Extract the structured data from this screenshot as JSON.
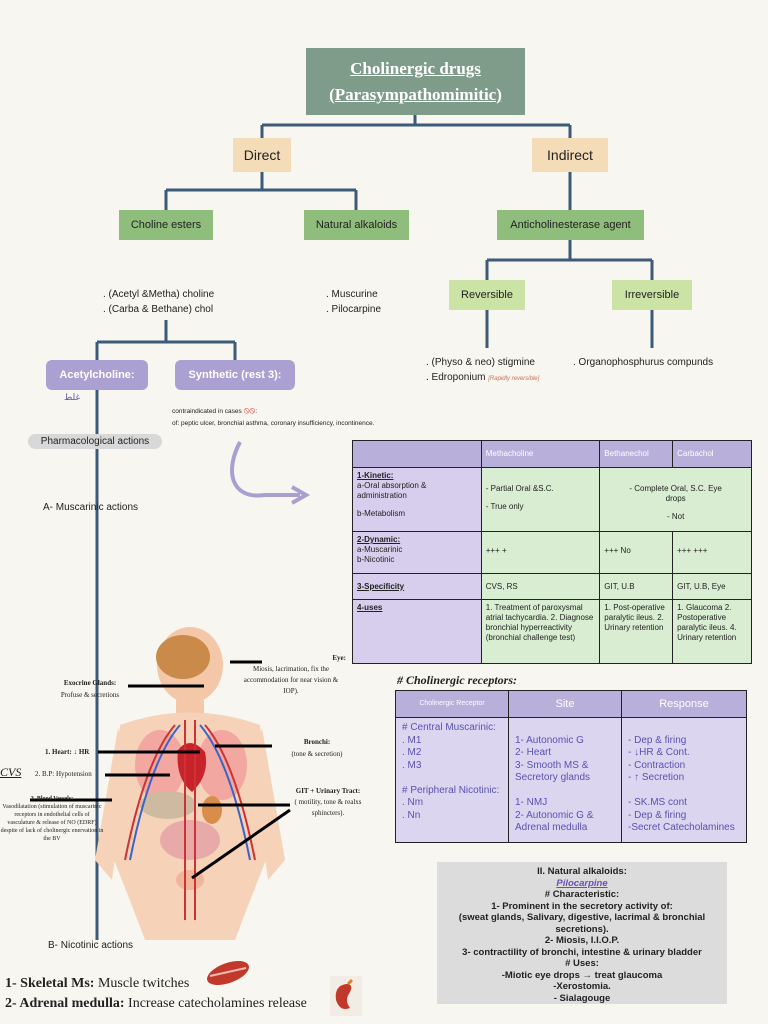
{
  "title": {
    "line1": "Cholinergic drugs",
    "line2": "(Parasympathomimitic)"
  },
  "branches": {
    "direct": "Direct",
    "indirect": "Indirect"
  },
  "direct_types": {
    "choline_esters": "Choline esters",
    "natural_alkaloids": "Natural alkaloids"
  },
  "indirect_types": {
    "anticholinesterase": "Anticholinesterase agent",
    "reversible": "Reversible",
    "irreversible": "Irreversible"
  },
  "choline_esters_list": [
    ". (Acetyl &Metha) choline",
    ". (Carba & Bethane) chol"
  ],
  "alkaloids_list": [
    ". Muscurine",
    ". Pilocarpine"
  ],
  "reversible_list": {
    "item1": ". (Physo & neo) stigmine",
    "item2": ". Edroponium",
    "note": "[Rapidly reversible]"
  },
  "irreversible_list": ". Organophosphurus compunds",
  "ester_subtypes": {
    "ach": "Acetylcholine:",
    "synthetic": "Synthetic (rest 3):"
  },
  "contraindicated": {
    "line1": "contraindicated in cases",
    "line2": "of: peptic ulcer, bronchial asthma, coronary insufficiency, incontinence."
  },
  "pharm_actions": "Pharmacological actions",
  "muscarinic_actions": "A- Muscarinic actions",
  "nicotinic_actions": "B- Nicotinic actions",
  "drug_table": {
    "headers": [
      "Methacholine",
      "Bethanechol",
      "Carbachol"
    ],
    "kinetic": {
      "label1": "1-Kinetic:",
      "label2": "a-Oral absorption & administration",
      "label3": "b-Metabolism",
      "metha_a": "- Partial Oral &S.C.",
      "rest_a": "- Complete Oral, S.C. Eye drops",
      "metha_b": "- True only",
      "rest_b": "- Not"
    },
    "dynamic": {
      "label1": "2-Dynamic:",
      "label2": "a-Muscarinic",
      "label3": "b-Nicotinic",
      "metha": "+++ +",
      "betha": "+++ No",
      "carba": "+++ +++"
    },
    "specificity": {
      "label": "3-Specificity",
      "metha": "CVS, RS",
      "betha": "GIT, U.B",
      "carba": "GIT, U.B, Eye"
    },
    "uses": {
      "label": "4-uses",
      "metha": "1. Treatment of paroxysmal atrial tachycardia. 2. Diagnose bronchial hyperreactivity (bronchial challenge test)",
      "betha": "1. Post-operative paralytic ileus. 2. Urinary retention",
      "carba": "1. Glaucoma 2. Postoperative paralytic ileus. 4. Urinary retention"
    }
  },
  "receptors": {
    "title": "# Cholinergic receptors:",
    "headers": [
      "Cholinergic Receptor",
      "Site",
      "Response"
    ],
    "col1": "# Central Muscarinic:\n. M1\n. M2\n. M3\n\n# Peripheral Nicotinic:\n. Nm\n. Nn",
    "col2": "\n1- Autonomic G\n2- Heart\n3- Smooth MS &\nSecretory glands\n\n1- NMJ\n2- Autonomic G &\nAdrenal medulla",
    "col3": "\n- Dep & firing\n- ↓HR & Cont.\n- Contraction\n- ↑ Secretion\n\n- SK.MS cont\n- Dep & firing\n-Secret Catecholamines"
  },
  "natural_alkaloids": {
    "heading": "II. Natural alkaloids:",
    "name": "Pilocarpine",
    "char_h": "# Characteristic:",
    "c1": "1- Prominent in the secretory activity of:",
    "c1b": "(sweat glands, Salivary, digestive, lacrimal & bronchial secretions).",
    "c2": "2- Miosis, I.I.O.P.",
    "c3": "3- contractility of bronchi, intestine & urinary bladder",
    "uses_h": "# Uses:",
    "u1": "-Miotic eye drops → treat glaucoma",
    "u2": "-Xerostomia.",
    "u3": "- Sialagouge"
  },
  "body_labels": {
    "eye_h": "Eye:",
    "eye": "Miosis, lacrimation, fix the accommodation for near vision & IOP).",
    "exo_h": "Exocrine Glands:",
    "exo": "Profuse & secretions",
    "bronchi_h": "Bronchi:",
    "bronchi": "(tone & secretion)",
    "heart": "1. Heart: ↓ HR",
    "bp": "2. B.P: Hypotension",
    "cvs": "CVS",
    "vessels_h": "3. Blood Vessels:",
    "vessels": "Vasodilatation (stimulation of muscarinic receptors in endothelial cells of vasculature & release of NO (EDRF) despite of lack of cholinergic enervation in the BV",
    "git_h": "GIT + Urinary Tract:",
    "git": "( motility, tone & realxs sphincters)."
  },
  "nicotinic_list": {
    "l1_bold": "1- Skeletal Ms:",
    "l1": " Muscle twitches",
    "l2_bold": "2- Adrenal medulla:",
    "l2": " Increase catecholamines release"
  },
  "colors": {
    "title": "#7f9c8a",
    "peach": "#f5dcb8",
    "green": "#8fbd7c",
    "light_green": "#cce3a6",
    "purple": "#aaa0d2",
    "connector": "#3d5a78"
  }
}
